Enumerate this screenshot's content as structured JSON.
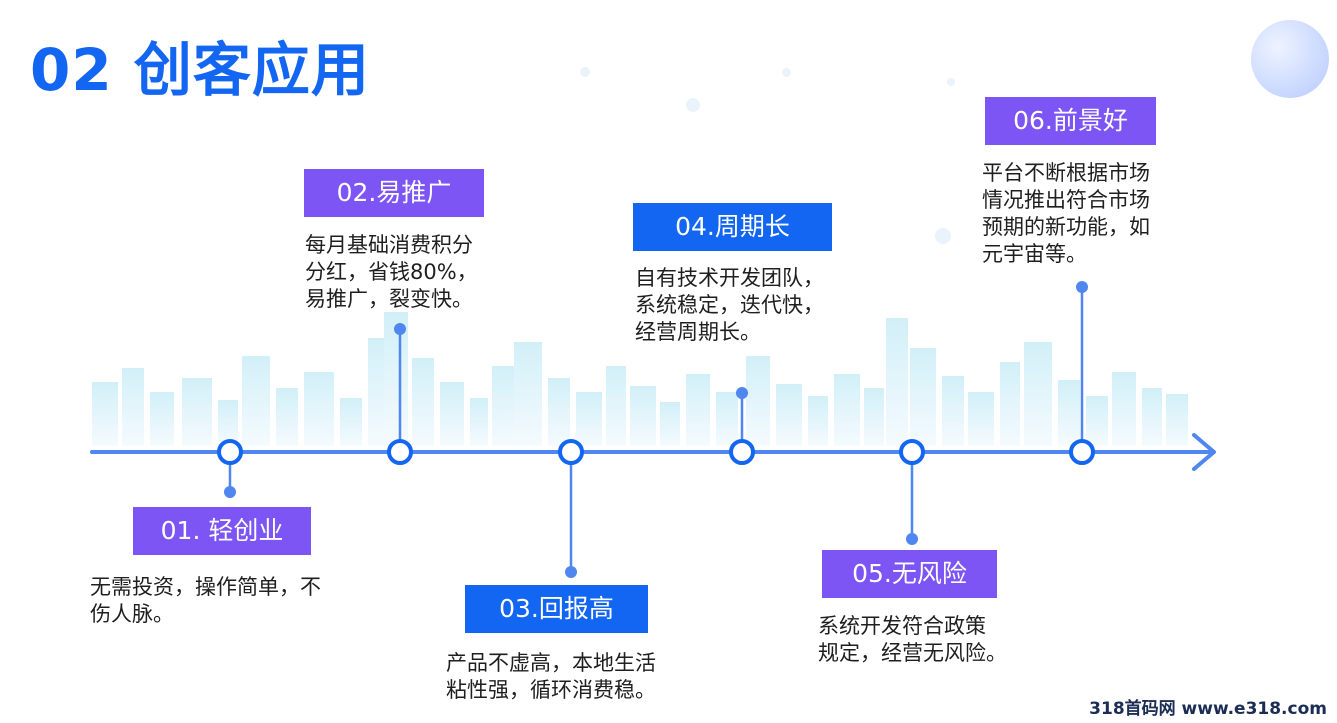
{
  "header": {
    "title": "02 创客应用"
  },
  "stages": [
    {
      "label": "01. 轻创业",
      "lines": [
        "无需投资，操作简单，不",
        "伤人脉。"
      ]
    },
    {
      "label": "02.易推广",
      "lines": [
        "每月基础消费积分",
        "分红，省钱80%，",
        "易推广，裂变快。"
      ]
    },
    {
      "label": "03.回报高",
      "lines": [
        "产品不虚高，本地生活",
        "粘性强，循环消费稳。"
      ]
    },
    {
      "label": "04.周期长",
      "lines": [
        "自有技术开发团队，",
        "系统稳定，迭代快，",
        "经营周期长。"
      ]
    },
    {
      "label": "05.无风险",
      "lines": [
        "系统开发符合政策",
        "规定，经营无风险。"
      ]
    },
    {
      "label": "06.前景好",
      "lines": [
        "平台不断根据市场",
        "情况推出符合市场",
        "预期的新功能，如",
        "元宇宙等。"
      ]
    }
  ],
  "watermark": "318首码网 www.e318.com",
  "colors": {
    "accent_blue": "#1266f1",
    "label_purple": "#7c55f4",
    "timeline": "#4f86f0",
    "node_fill": "#ffffff"
  },
  "icons": {
    "timeline_end": "arrow-right-icon"
  }
}
